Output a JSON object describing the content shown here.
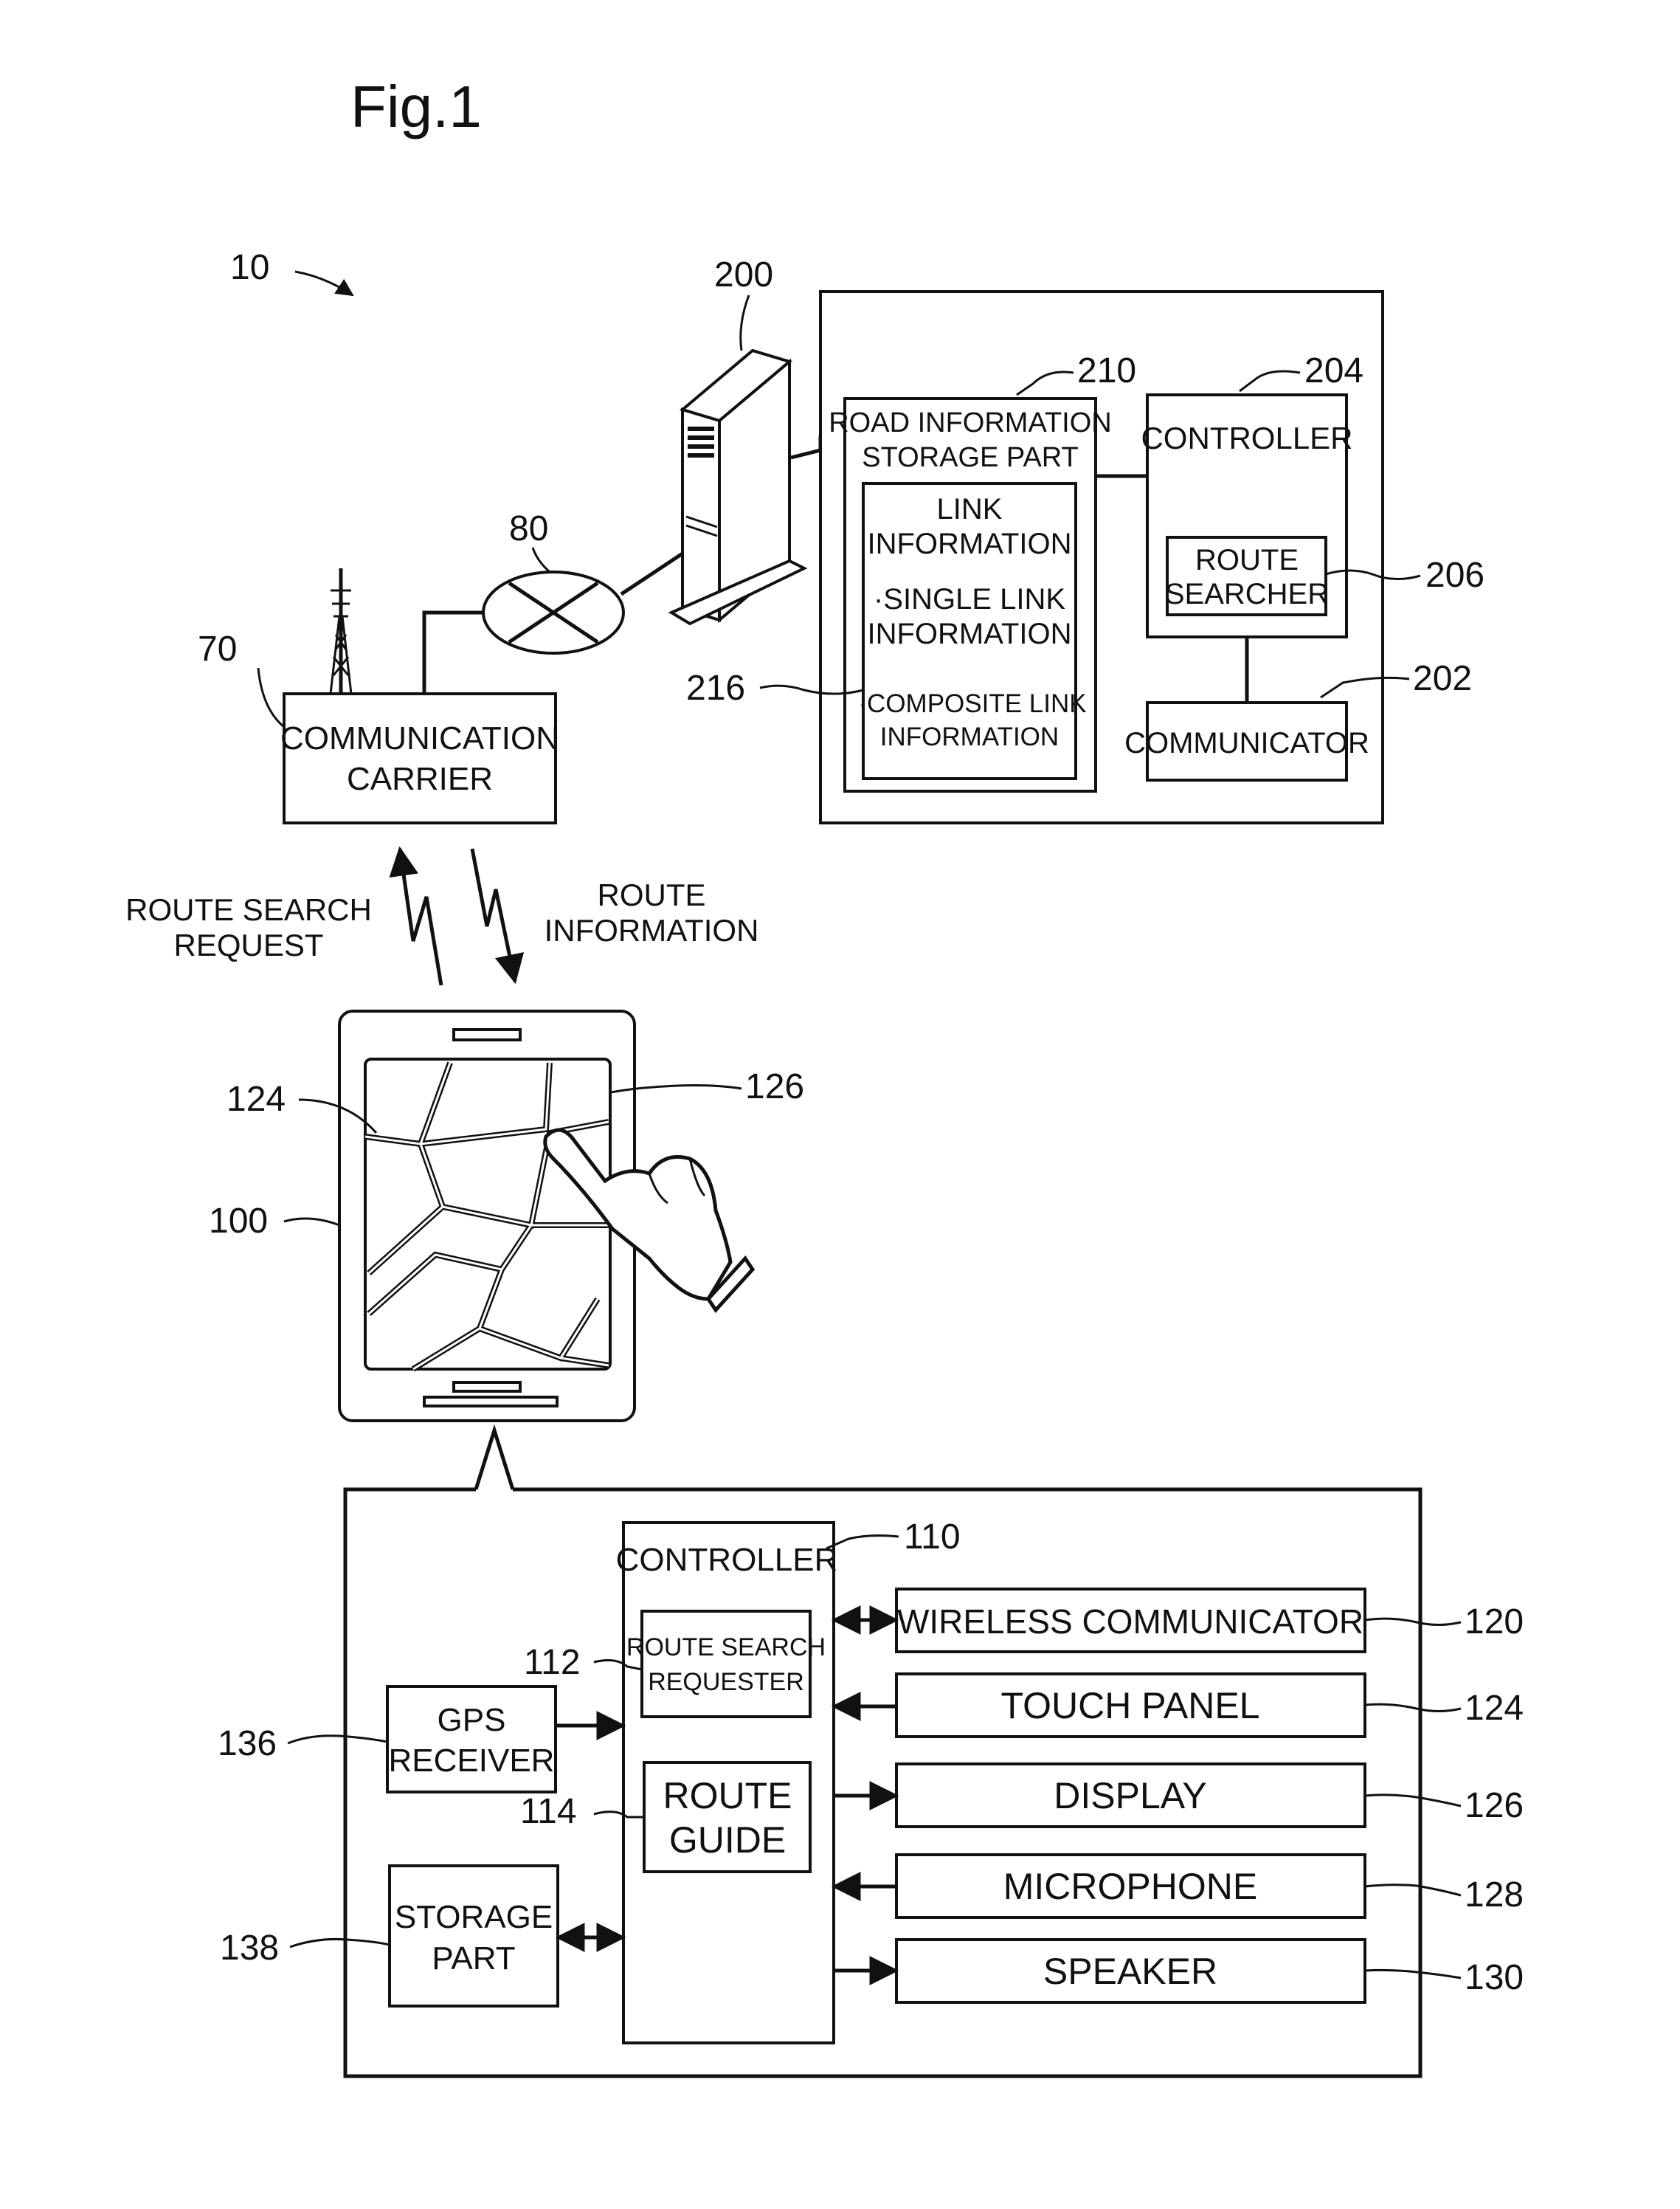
{
  "figure_title": "Fig.1",
  "refs": {
    "system": "10",
    "server": "200",
    "server_controller": "204",
    "road_storage": "210",
    "route_searcher": "206",
    "communicator": "202",
    "link_info": "216",
    "network": "80",
    "carrier": "70",
    "terminal": "100",
    "screen_touch": "124",
    "screen_display": "126",
    "t_controller": "110",
    "t_requester": "112",
    "t_guide": "114",
    "t_wireless": "120",
    "t_touch": "124",
    "t_display": "126",
    "t_mic": "128",
    "t_speaker": "130",
    "t_gps": "136",
    "t_storage": "138"
  },
  "server": {
    "road_storage_l1": "ROAD INFORMATION",
    "road_storage_l2": "STORAGE PART",
    "link_info_l1": "LINK",
    "link_info_l2": "INFORMATION",
    "single_l1": "·SINGLE LINK",
    "single_l2": "INFORMATION",
    "composite_l1": "·COMPOSITE LINK",
    "composite_l2": "INFORMATION",
    "controller": "CONTROLLER",
    "route_searcher_l1": "ROUTE",
    "route_searcher_l2": "SEARCHER",
    "communicator": "COMMUNICATOR"
  },
  "carrier": {
    "l1": "COMMUNICATION",
    "l2": "CARRIER"
  },
  "signals": {
    "request_l1": "ROUTE SEARCH",
    "request_l2": "REQUEST",
    "info_l1": "ROUTE",
    "info_l2": "INFORMATION"
  },
  "terminal": {
    "controller": "CONTROLLER",
    "requester_l1": "ROUTE SEARCH",
    "requester_l2": "REQUESTER",
    "guide_l1": "ROUTE",
    "guide_l2": "GUIDE",
    "gps_l1": "GPS",
    "gps_l2": "RECEIVER",
    "storage_l1": "STORAGE",
    "storage_l2": "PART",
    "wireless": "WIRELESS COMMUNICATOR",
    "touch": "TOUCH PANEL",
    "display": "DISPLAY",
    "mic": "MICROPHONE",
    "speaker": "SPEAKER"
  }
}
